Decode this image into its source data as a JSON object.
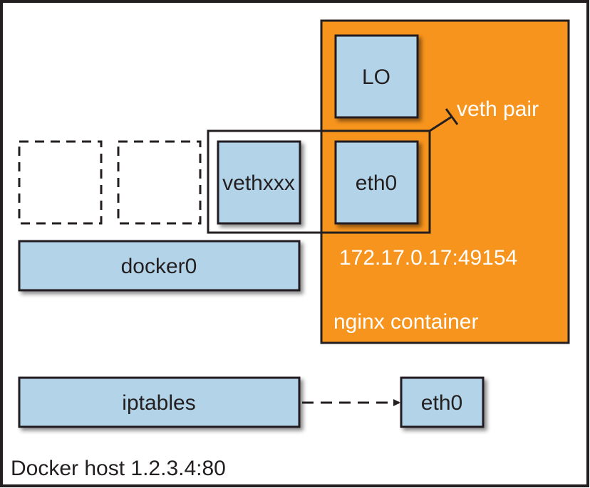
{
  "host": {
    "label": "Docker host 1.2.3.4:80"
  },
  "container": {
    "label": "nginx container",
    "address": "172.17.0.17:49154"
  },
  "interfaces": {
    "lo": "LO",
    "container_eth0": "eth0",
    "veth": "vethxxx",
    "bridge": "docker0",
    "iptables": "iptables",
    "host_eth0": "eth0"
  },
  "annotations": {
    "veth_pair": "veth pair"
  },
  "colors": {
    "container_fill": "#f7941d",
    "box_fill": "#b3d4e8",
    "stroke": "#231f20"
  }
}
